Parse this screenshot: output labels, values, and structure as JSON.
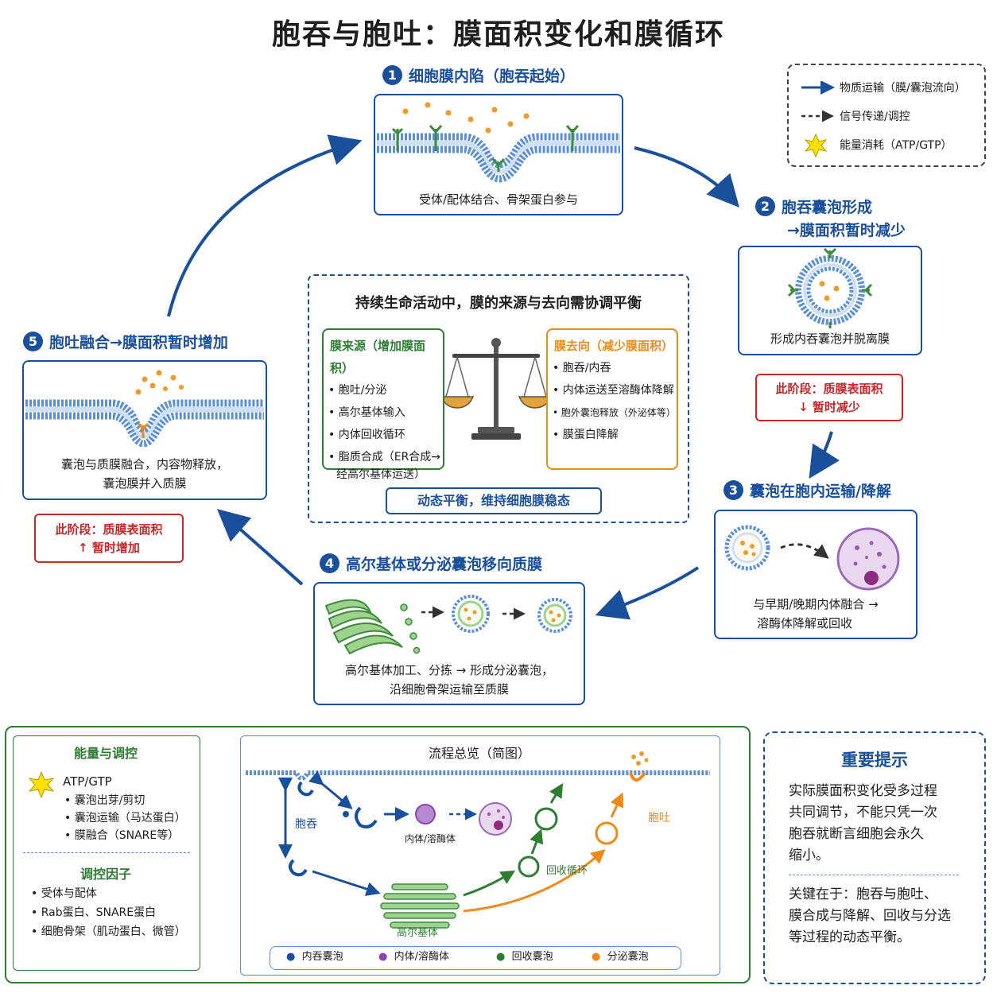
{
  "title": "胞吞与胞吐：膜面积变化和膜循环",
  "legend": {
    "transport": "物质运输（膜/囊泡流向）",
    "signal": "信号传递/调控",
    "energy": "能量消耗（ATP/GTP）"
  },
  "steps": [
    {
      "num": "1",
      "title": "细胞膜内陷（胞吞起始）",
      "caption": "受体/配体结合、骨架蛋白参与"
    },
    {
      "num": "2",
      "title": "胞吞囊泡形成",
      "title2": "→膜面积暂时减少",
      "caption": "形成内吞囊泡并脱离膜"
    },
    {
      "num": "3",
      "title": "囊泡在胞内运输/降解",
      "caption1": "与早期/晚期内体融合 →",
      "caption2": "溶酶体降解或回收"
    },
    {
      "num": "4",
      "title": "高尔基体或分泌囊泡移向质膜",
      "caption1": "高尔基体加工、分拣 → 形成分泌囊泡，",
      "caption2": "沿细胞骨架运输至质膜"
    },
    {
      "num": "5",
      "title": "胞吐融合→膜面积暂时增加",
      "caption1": "囊泡与质膜融合，内容物释放，",
      "caption2": "囊泡膜并入质膜"
    }
  ],
  "stage_notes": {
    "decrease_line1": "此阶段：质膜表面积",
    "decrease_line2": "↓ 暂时减少",
    "increase_line1": "此阶段：质膜表面积",
    "increase_line2": "↑ 暂时增加"
  },
  "balance": {
    "heading": "持续生命活动中，膜的来源与去向需协调平衡",
    "source_title": "膜来源（增加膜面积）",
    "source_items": [
      "胞吐/分泌",
      "高尔基体输入",
      "内体回收循环",
      "脂质合成（ER合成→",
      "经高尔基体运送）"
    ],
    "sink_title": "膜去向（减少膜面积）",
    "sink_items": [
      "胞吞/内吞",
      "内体运送至溶酶体降解",
      "胞外囊泡释放（外泌体等）",
      "膜蛋白降解"
    ],
    "footer": "动态平衡，维持细胞膜稳态"
  },
  "energy_panel": {
    "title": "能量与调控",
    "atp": "ATP/GTP",
    "atp_items": [
      "囊泡出芽/剪切",
      "囊泡运输（马达蛋白）",
      "膜融合（SNARE等）"
    ],
    "factors_title": "调控因子",
    "factors": [
      "受体与配体",
      "Rab蛋白、SNARE蛋白",
      "细胞骨架（肌动蛋白、微管）"
    ]
  },
  "overview": {
    "title": "流程总览（简图）",
    "endocytosis": "胞吞",
    "exocytosis": "胞吐",
    "endosome_label": "内体/溶酶体",
    "recycle_label": "回收循环",
    "golgi_label": "高尔基体",
    "legend": [
      "内吞囊泡",
      "内体/溶酶体",
      "回收囊泡",
      "分泌囊泡"
    ]
  },
  "tips": {
    "title": "重要提示",
    "para1": [
      "实际膜面积变化受多过程",
      "共同调节，不能只凭一次",
      "胞吞就断言细胞会永久",
      "缩小。"
    ],
    "para2": [
      "关键在于：胞吞与胞吐、",
      "膜合成与降解、回收与分选",
      "等过程的动态平衡。"
    ]
  },
  "colors": {
    "blue": "#1a4f9c",
    "green": "#2e7d32",
    "orange": "#ef8a17",
    "red": "#c62828",
    "purple": "#8e44ad"
  }
}
